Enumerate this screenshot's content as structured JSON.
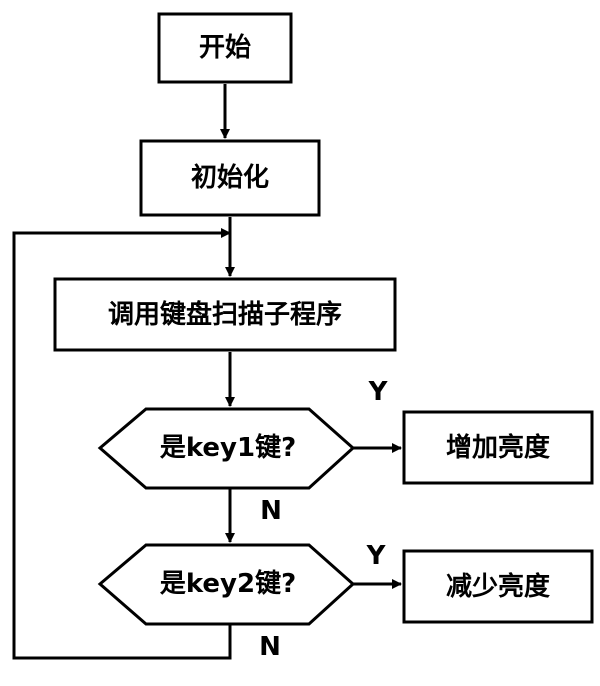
{
  "diagram": {
    "nodes": {
      "start": "开始",
      "init": "初始化",
      "scan": "调用键盘扫描子程序",
      "decision1": "是key1键?",
      "decision2": "是key2键?",
      "increase": "增加亮度",
      "decrease": "减少亮度"
    },
    "edge_labels": {
      "d1_yes": "Y",
      "d1_no": "N",
      "d2_yes": "Y",
      "d2_no": "N"
    }
  }
}
